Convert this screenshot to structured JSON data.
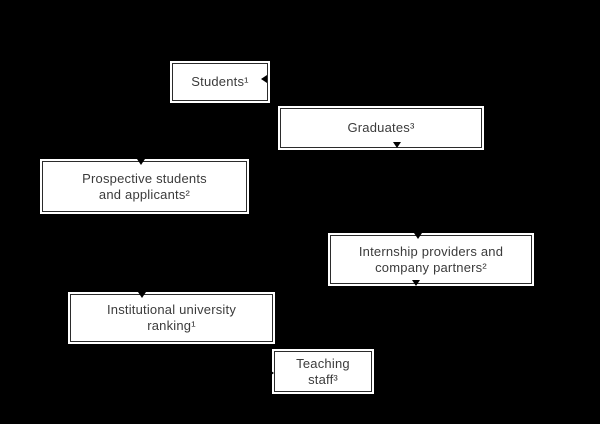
{
  "figure": {
    "background_color": "#000000",
    "node_fill_color": "#ffffff",
    "node_border_color": "#2b2b2b",
    "node_outer_stroke_color": "#ffffff",
    "text_color": "#3b3b3b",
    "connector_color": "#000000"
  },
  "nodes": {
    "students": {
      "line1": "Students¹"
    },
    "graduates": {
      "line1": "Graduates³"
    },
    "prospective": {
      "line1": "Prospective students",
      "line2": "and applicants²"
    },
    "internship": {
      "line1": "Internship providers and",
      "line2": "company partners²"
    },
    "institutional": {
      "line1": "Institutional university",
      "line2": "ranking¹"
    },
    "teaching": {
      "line1": "Teaching",
      "line2": "staff³"
    }
  },
  "icons": {
    "connector_arrowheads": [
      "students-right-arrowhead",
      "graduates-bottom-arrowhead",
      "prospective-top-arrowhead",
      "internship-top-arrowhead",
      "internship-bottom-arrowhead",
      "institutional-top-arrowhead",
      "teaching-left-arrowhead"
    ]
  }
}
